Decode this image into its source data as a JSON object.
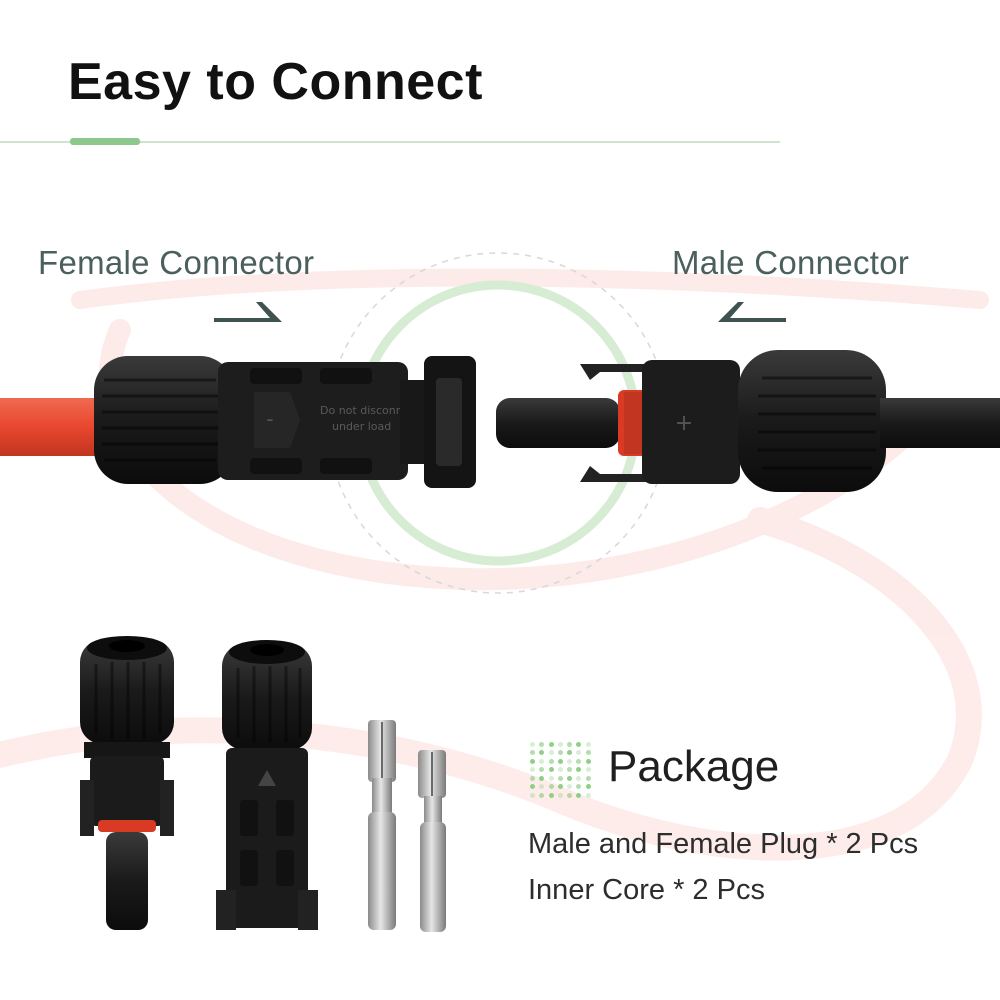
{
  "header": {
    "title": "Easy to Connect",
    "accent_color": "#8cc78c",
    "rule_color": "#cfe3cf"
  },
  "connectors": {
    "female_label": "Female Connector",
    "male_label": "Male Connector",
    "label_color": "#4b5f5c",
    "female_cable_color": "#e8472e",
    "male_cable_color": "#141414",
    "ring_color": "#cfe9cf",
    "seal_color": "#d83a24",
    "housing_text_1": "Do not disconnect",
    "housing_text_2": "under load"
  },
  "package": {
    "title": "Package",
    "items": [
      "Male and Female Plug * 2 Pcs",
      "Inner Core * 2 Pcs"
    ],
    "dot_color": "#8fcf86"
  }
}
